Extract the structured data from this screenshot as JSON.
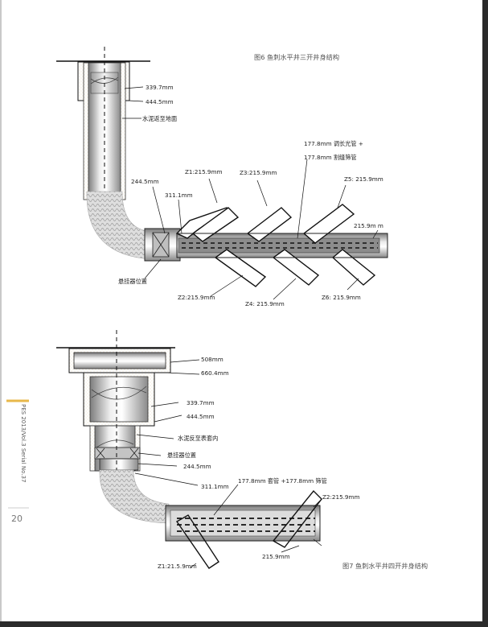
{
  "figure6": {
    "caption": "图6 鱼刺水平井三开井身结构",
    "labels": {
      "casing_outer": "339.7mm",
      "casing_hole": "444.5mm",
      "cement": "水泥返至地面",
      "hole_244": "244.5mm",
      "hole_311": "311.1mm",
      "hanger": "悬挂器位置",
      "liner_line1": "177.8mm  调长光管  +",
      "liner_line2": "177.8mm  割缝筛管",
      "z1": "Z1:215.9mm",
      "z2": "Z2:215.9mm",
      "z3": "Z3:215.9mm",
      "z4": "Z4:  215.9mm",
      "z5": "Z5:  215.9mm",
      "z6": "Z6:  215.9mm",
      "main_hole": "215.9m m"
    }
  },
  "figure7": {
    "caption": "图7 鱼刺水平井四开井身结构",
    "labels": {
      "conductor_508": "508mm",
      "conductor_660": "660.4mm",
      "casing_outer": "339.7mm",
      "casing_hole": "444.5mm",
      "cement": "水泥反至表套内",
      "hanger": "悬挂器位置",
      "hole_244": "244.5mm",
      "hole_311": "311.1mm",
      "liner": "177.8mm   套管 +177.8mm   筛管",
      "z1": "Z1:21.5.9mm",
      "z2": "Z2:215.9mm",
      "main_hole": "215.9mm"
    }
  },
  "sidebar": {
    "journal": "PES  2013/Vol.3  Serial  No.37",
    "page_number": "20"
  },
  "colors": {
    "accent": "#e8b84a",
    "line": "#111111",
    "text": "#222222"
  }
}
